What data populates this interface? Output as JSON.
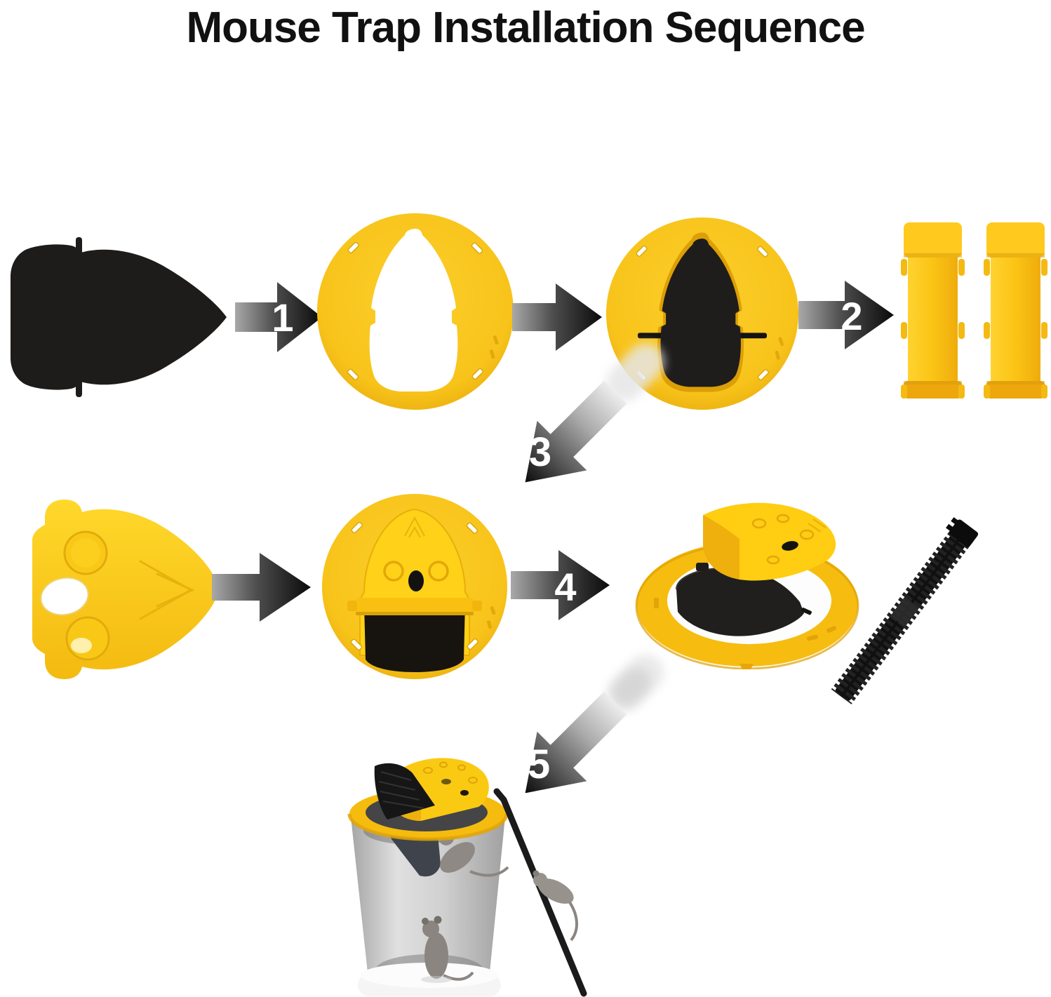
{
  "title": "Mouse Trap Installation Sequence",
  "steps": [
    "1",
    "2",
    "3",
    "4",
    "5"
  ],
  "parts": {
    "black_trap_door": "black trap-door panel",
    "lid_ring": "yellow lid ring with door cutout",
    "lid_with_door": "lid ring with black door installed",
    "bucket_clips": "two yellow bucket mounting clips",
    "flat_trap_door": "yellow flat trap-door panel with holes",
    "assembled_lid_front": "assembled flip lid, front view",
    "assembled_lid_3d": "assembled flip lid with open door, perspective view",
    "climbing_stick": "black ridged climbing ramp stick",
    "bucket_scene": "bucket with installed flip-lid trap, leaning stick and mice"
  },
  "colors": {
    "yellow": "#F8C41B",
    "yellow_bright": "#FFD118",
    "yellow_shadow": "#EDAD0C",
    "part_black": "#1D1C1A",
    "arrow_dark": "#0A0A0A",
    "arrow_light": "#C9C9C9",
    "bucket_gray": "#ABABAB",
    "background": "#FFFFFF",
    "title_text": "#111111",
    "step_number_text": "#FFFFFF"
  }
}
